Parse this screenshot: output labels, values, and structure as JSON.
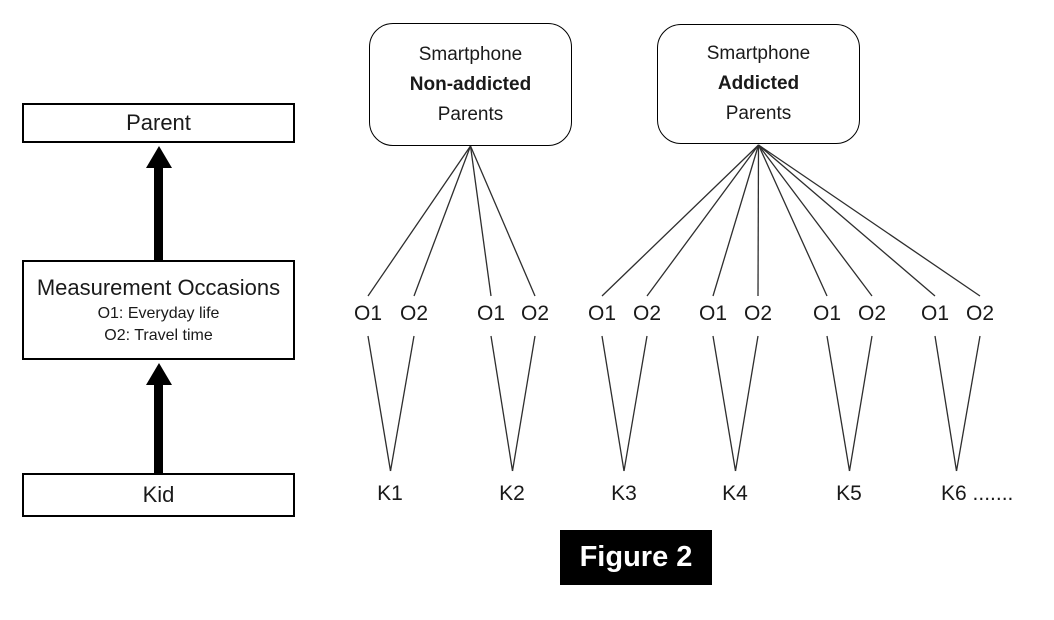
{
  "figure_caption": "Figure 2",
  "left_panel": {
    "parent_label": "Parent",
    "measurement_title": "Measurement Occasions",
    "measurement_sub1": "O1: Everyday life",
    "measurement_sub2": "O2: Travel time",
    "kid_label": "Kid"
  },
  "groups": [
    {
      "line1": "Smartphone",
      "line2": "Non-addicted",
      "line3": "Parents"
    },
    {
      "line1": "Smartphone",
      "line2": "Addicted",
      "line3": "Parents"
    }
  ],
  "occasions": [
    "O1",
    "O2",
    "O1",
    "O2",
    "O1",
    "O2",
    "O1",
    "O2",
    "O1",
    "O2",
    "O1",
    "O2"
  ],
  "kids": [
    "K1",
    "K2",
    "K3",
    "K4",
    "K5",
    "K6 ......."
  ],
  "colors": {
    "ink": "#000000",
    "connector_line": "#2e2e2e",
    "figure_bg": "#000000",
    "figure_text": "#ffffff",
    "background": "#ffffff"
  }
}
